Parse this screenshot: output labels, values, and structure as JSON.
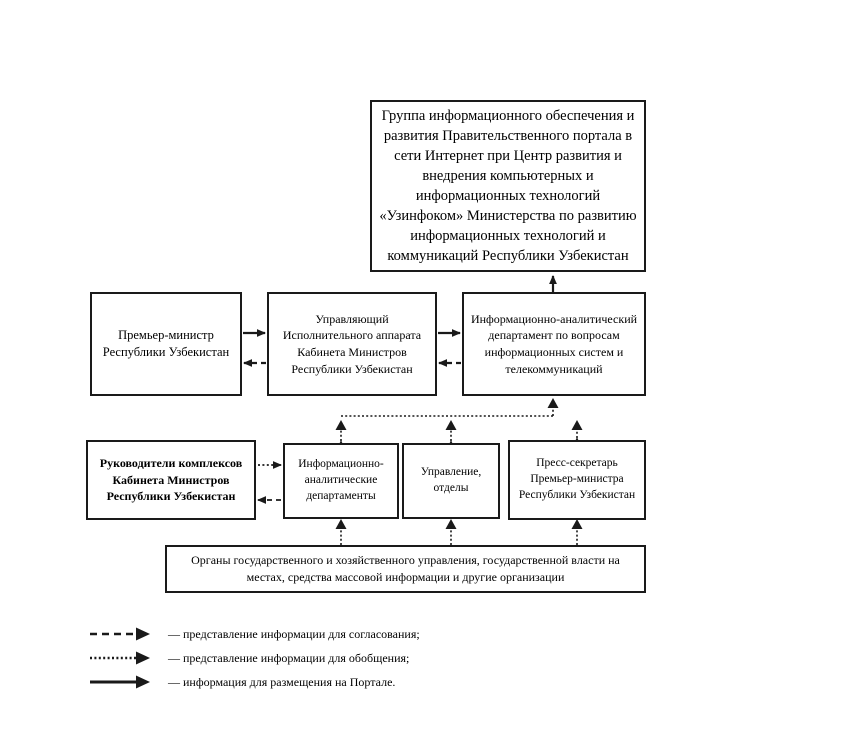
{
  "diagram": {
    "title_text": "",
    "colors": {
      "line": "#1a1a1a",
      "background": "#ffffff",
      "text": "#000000"
    },
    "boxes": {
      "top_group": "Группа информационного обеспечения и развития Правительственного портала в сети Интернет при Центр развития и внедрения компьютерных и информационных технологий «Узинфоком» Министерства по развитию информационных технологий и коммуникаций Республики Узбекистан",
      "prime_minister": "Премьер-министр Республики Узбекистан",
      "manager_apparatus": "Управляющий Исполнительного аппарата Кабинета Министров Республики Узбекистан",
      "info_analytic_department": "Информационно-аналитический департамент по вопросам информационных систем и телекоммуникаций",
      "heads_of_complexes": "Руководители комплексов Кабинета Министров Республики Узбекистан",
      "info_analytic_departments": "Информационно-аналитические департаменты",
      "directorate_divisions": "Управление, отделы",
      "press_secretary": "Пресс-секретарь Премьер-министра Республики Узбекистан",
      "state_bodies": "Органы государственного и хозяйственного управления, государственной власти на местах, средства массовой информации и другие организации"
    },
    "legend": [
      {
        "style": "dashed",
        "label": "— представление информации для согласования;"
      },
      {
        "style": "dotted",
        "label": "— представление информации для обобщения;"
      },
      {
        "style": "solid",
        "label": "— информация для размещения на Портале."
      }
    ]
  }
}
